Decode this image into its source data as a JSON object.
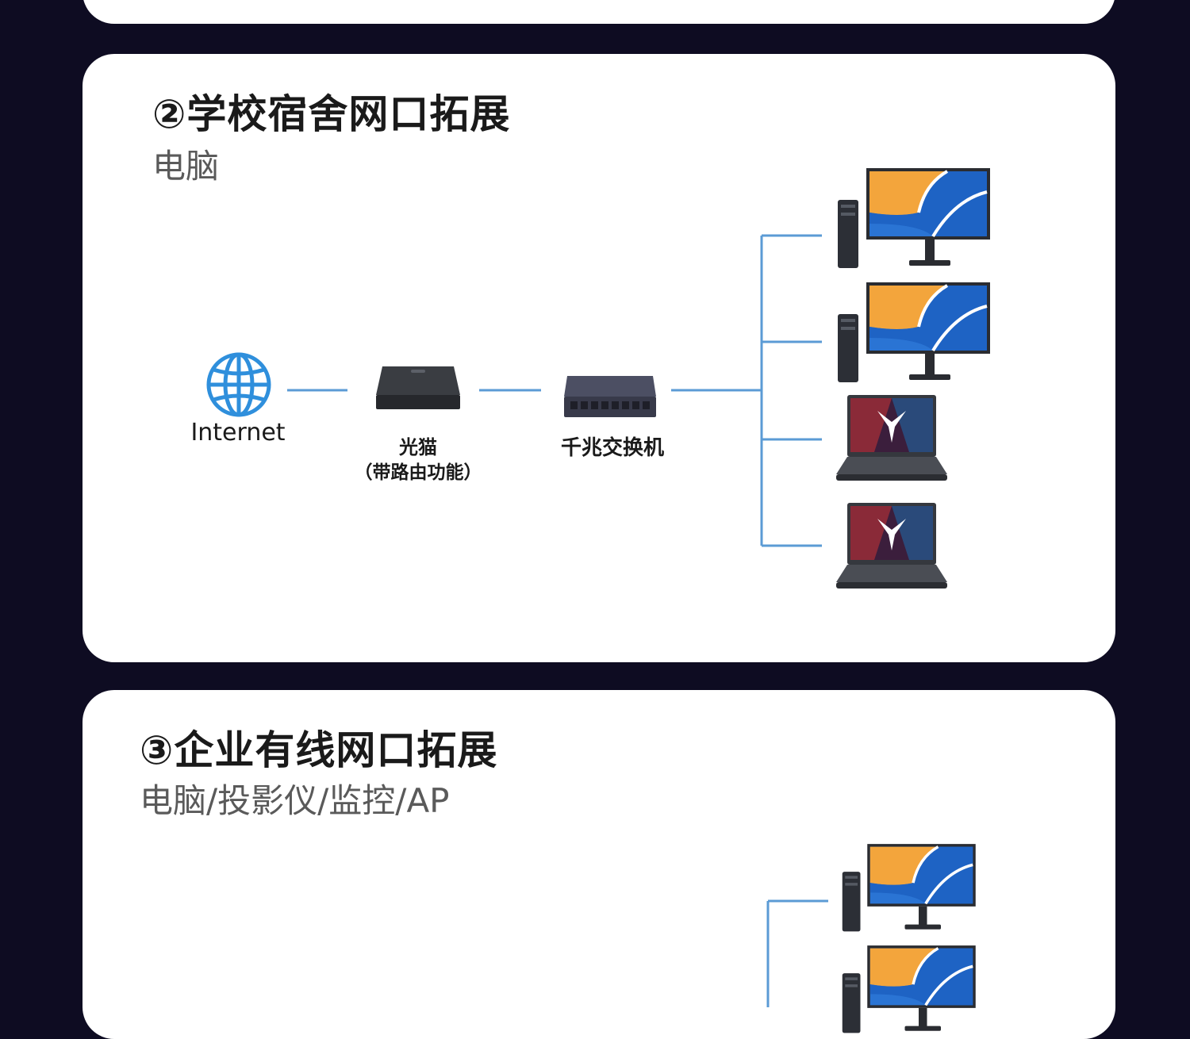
{
  "section2": {
    "title": "②学校宿舍网口拓展",
    "subtitle": "电脑",
    "nodes": {
      "internet": "Internet",
      "modem": "光猫",
      "modem_note": "（带路由功能）",
      "switch": "千兆交换机"
    },
    "endpoints": [
      "desktop-pc",
      "desktop-pc",
      "laptop",
      "laptop"
    ]
  },
  "section3": {
    "title": "③企业有线网口拓展",
    "subtitle": "电脑/投影仪/监控/AP",
    "endpoints": [
      "desktop-pc",
      "desktop-pc"
    ]
  },
  "colors": {
    "background": "#0e0c22",
    "line": "#5b9bd5",
    "globe": "#2f8fdc",
    "wallpaper_orange": "#f2a33a",
    "wallpaper_blue": "#1e6fd0"
  },
  "icons": [
    "globe-icon",
    "modem-icon",
    "switch-icon",
    "desktop-pc-icon",
    "laptop-icon"
  ]
}
